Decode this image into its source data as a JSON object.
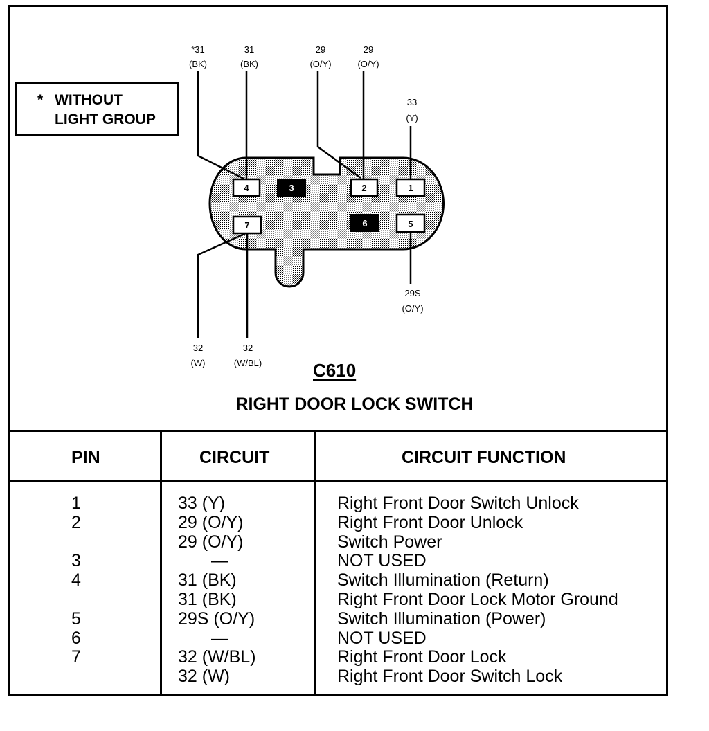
{
  "note": {
    "star": "*",
    "line1": "WITHOUT",
    "line2": "LIGHT GROUP"
  },
  "wires": {
    "w4_star": {
      "num": "*31",
      "color": "(BK)"
    },
    "w4": {
      "num": "31",
      "color": "(BK)"
    },
    "w2a": {
      "num": "29",
      "color": "(O/Y)"
    },
    "w2b": {
      "num": "29",
      "color": "(O/Y)"
    },
    "w1": {
      "num": "33",
      "color": "(Y)"
    },
    "w5": {
      "num": "29S",
      "color": "(O/Y)"
    },
    "w7a": {
      "num": "32",
      "color": "(W)"
    },
    "w7b": {
      "num": "32",
      "color": "(W/BL)"
    }
  },
  "connector": {
    "id": "C610",
    "pins": [
      "4",
      "3",
      "2",
      "1",
      "7",
      "6",
      "5"
    ]
  },
  "title": "RIGHT DOOR LOCK SWITCH",
  "table": {
    "headers": {
      "pin": "PIN",
      "circuit": "CIRCUIT",
      "function": "CIRCUIT FUNCTION"
    },
    "rows": [
      {
        "pin": "1",
        "circuit": "33 (Y)",
        "function": "Right Front Door Switch Unlock"
      },
      {
        "pin": "2",
        "circuit": "29 (O/Y)",
        "function": "Right Front Door Unlock"
      },
      {
        "pin": "",
        "circuit": "29 (O/Y)",
        "function": "Switch Power"
      },
      {
        "pin": "3",
        "circuit": "—",
        "function": "NOT USED"
      },
      {
        "pin": "4",
        "circuit": "31 (BK)",
        "function": "Switch Illumination (Return)"
      },
      {
        "pin": "",
        "circuit": "31 (BK)",
        "function": "Right Front Door Lock Motor Ground"
      },
      {
        "pin": "5",
        "circuit": "29S (O/Y)",
        "function": "Switch Illumination (Power)"
      },
      {
        "pin": "6",
        "circuit": "—",
        "function": "NOT USED"
      },
      {
        "pin": "7",
        "circuit": "32 (W/BL)",
        "function": "Right Front Door Lock"
      },
      {
        "pin": "",
        "circuit": "32 (W)",
        "function": "Right Front Door Switch Lock"
      }
    ]
  }
}
